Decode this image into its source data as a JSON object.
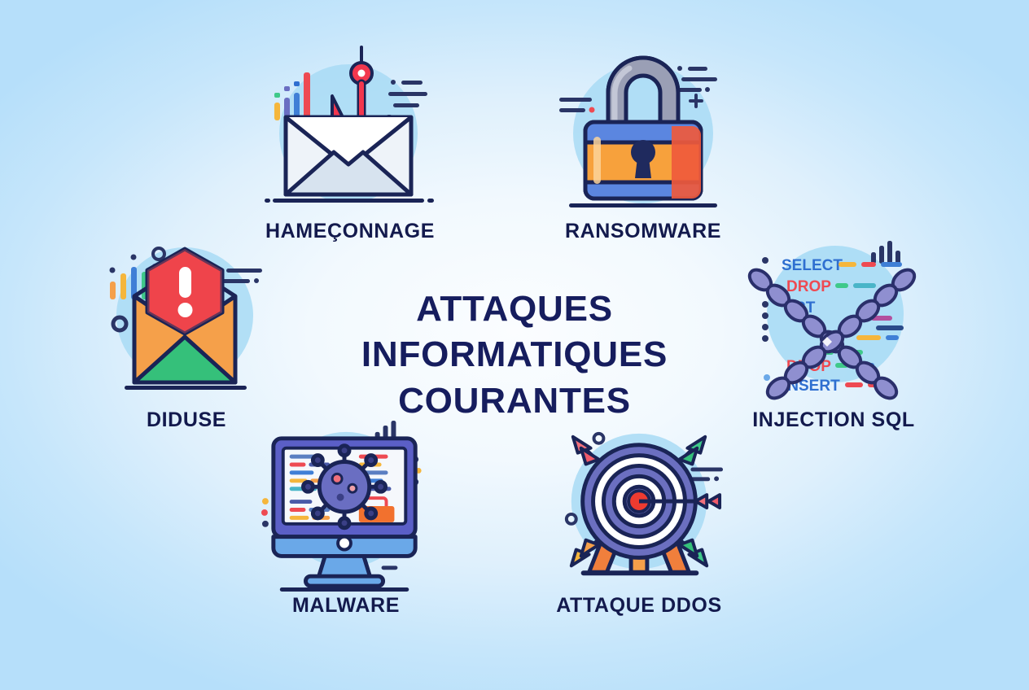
{
  "poster": {
    "title_lines": [
      "ATTAQUES",
      "INFORMATIQUES",
      "COURANTES"
    ],
    "background_edge_color": "#b6dffa",
    "background_center_color": "#fbfdff",
    "title_color": "#161d5e",
    "label_color": "#131a4d",
    "outline_color": "#1a2456",
    "circle_backdrop_color": "#a8dbf5"
  },
  "items": [
    {
      "id": "phishing",
      "label": "HAMEÇONNAGE",
      "icon": "envelope-hook-icon",
      "colors": {
        "envelope": "#ffffff",
        "envelope_shade": "#dbe6f2",
        "hook": "#f2374e",
        "accent": "#e8425a"
      }
    },
    {
      "id": "ransomware",
      "label": "RANSOMWARE",
      "icon": "padlock-icon",
      "colors": {
        "shackle": "#9a9fb5",
        "body": "#f7a13c",
        "body_warm": "#ef5a3c",
        "band": "#5b86e0",
        "keyhole": "#1f2a5e"
      }
    },
    {
      "id": "breach",
      "label": "DIDUSE",
      "icon": "alert-envelope-icon",
      "colors": {
        "flap_left": "#f5a04a",
        "flap_right": "#f79a46",
        "bottom": "#35c07a",
        "alert": "#ee3b43",
        "mark": "#ffffff"
      }
    },
    {
      "id": "sql",
      "label": "INJECTION SQL",
      "icon": "broken-chain-database-icon",
      "colors": {
        "chain": "#8f8fd0",
        "chain_dark": "#2a2f6b",
        "select": "#2f6fd0",
        "drop": "#ee4a52",
        "insert": "#2f6fd0"
      },
      "code_keywords": [
        "SELECT",
        "DROP",
        "RT",
        "DROP",
        "INSERT"
      ]
    },
    {
      "id": "malware",
      "label": "MALWARE",
      "icon": "monitor-virus-icon",
      "colors": {
        "frame": "#5b5fc7",
        "screen": "#f5f8fc",
        "stand": "#6aa8e8",
        "virus": "#6a6ec2",
        "virus_dark": "#3a3f86"
      }
    },
    {
      "id": "ddos",
      "label": "ATTAQUE DDOS",
      "icon": "target-arrows-icon",
      "colors": {
        "ring": "#6b6fc0",
        "ring_light": "#ffffff",
        "bull": "#ee3b30",
        "leg": "#f07f3c",
        "arrow_green": "#3fc98a",
        "arrow_red": "#ef5a6a",
        "arrow_orange": "#f5a544"
      }
    }
  ]
}
